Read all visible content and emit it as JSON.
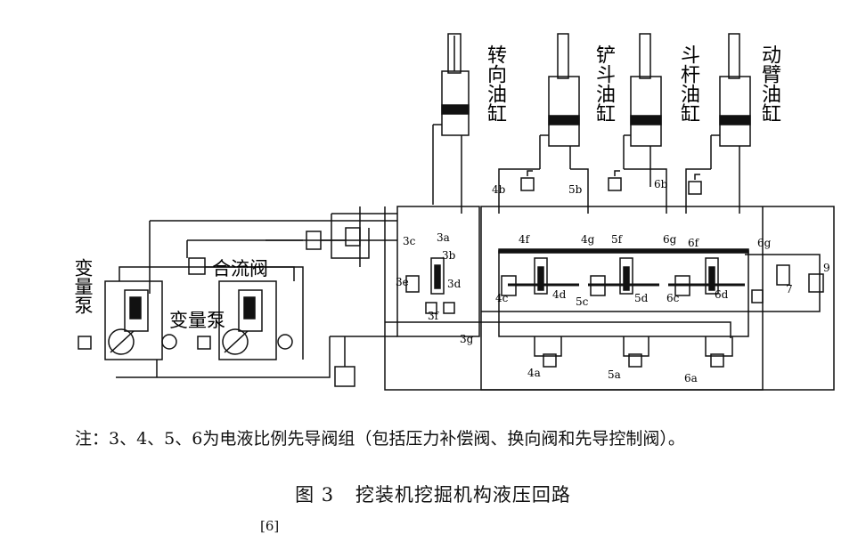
{
  "labels": {
    "turn_cylinder": "转向油缸",
    "shovel_cylinder": "铲斗油缸",
    "stick_cylinder": "斗杆油缸",
    "boom_cylinder": "动臂油缸",
    "pump_left": "变量泵",
    "pump_right": "变量泵",
    "merge_valve": "合流阀"
  },
  "parts": {
    "p3a": "3a",
    "p3b": "3b",
    "p3c": "3c",
    "p3d": "3d",
    "p3e": "3e",
    "p3f": "3f",
    "p3g": "3g",
    "p4a": "4a",
    "p4b": "4b",
    "p4c": "4c",
    "p4d": "4d",
    "p4f": "4f",
    "p4g": "4g",
    "p5a": "5a",
    "p5b": "5b",
    "p5c": "5c",
    "p5d": "5d",
    "p5f": "5f",
    "p6a": "6a",
    "p6b": "6b",
    "p6c": "6c",
    "p6d": "6d",
    "p6f": "6f",
    "p6g": "6g",
    "p6g2": "6g",
    "p7": "7",
    "p9": "9"
  },
  "note": "注：3、4、5、6为电液比例先导阀组（包括压力补偿阀、换向阀和先导控制阀）。",
  "caption": {
    "number": "图 3",
    "title": "挖装机挖掘机构液压回路"
  },
  "citation": "[6]"
}
